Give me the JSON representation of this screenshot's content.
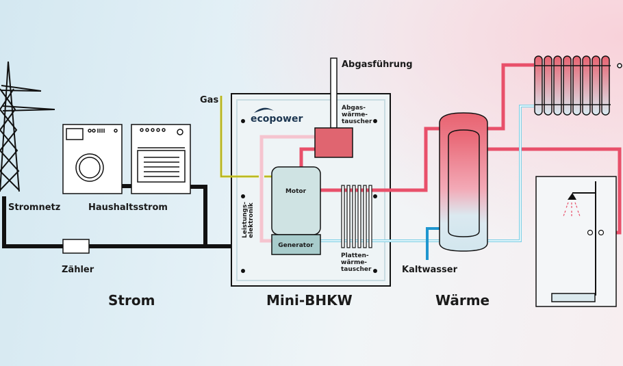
{
  "labels": {
    "stromnetz": "Stromnetz",
    "haushaltsstrom": "Haushaltsstrom",
    "zaehler": "Zähler",
    "gas": "Gas",
    "abgasfuehrung": "Abgasführung",
    "abgas_wt": [
      "Abgas-",
      "wärme-",
      "tauscher"
    ],
    "motor": "Motor",
    "generator": "Generator",
    "leistungselektronik": [
      "Leistungs-",
      "elektronik"
    ],
    "platten_wt": [
      "Platten-",
      "wärme-",
      "tauscher"
    ],
    "kaltwasser": "Kaltwasser",
    "logo": "ecopower"
  },
  "sections": {
    "strom": "Strom",
    "bhkw": "Mini-BHKW",
    "waerme": "Wärme"
  },
  "colors": {
    "hot": "#e8506a",
    "cold": "#7fd0e6",
    "cold_dark": "#1f96cf",
    "gas": "#d6d22a",
    "exhaust_return": "#f5c4cf",
    "power": "#111111"
  }
}
